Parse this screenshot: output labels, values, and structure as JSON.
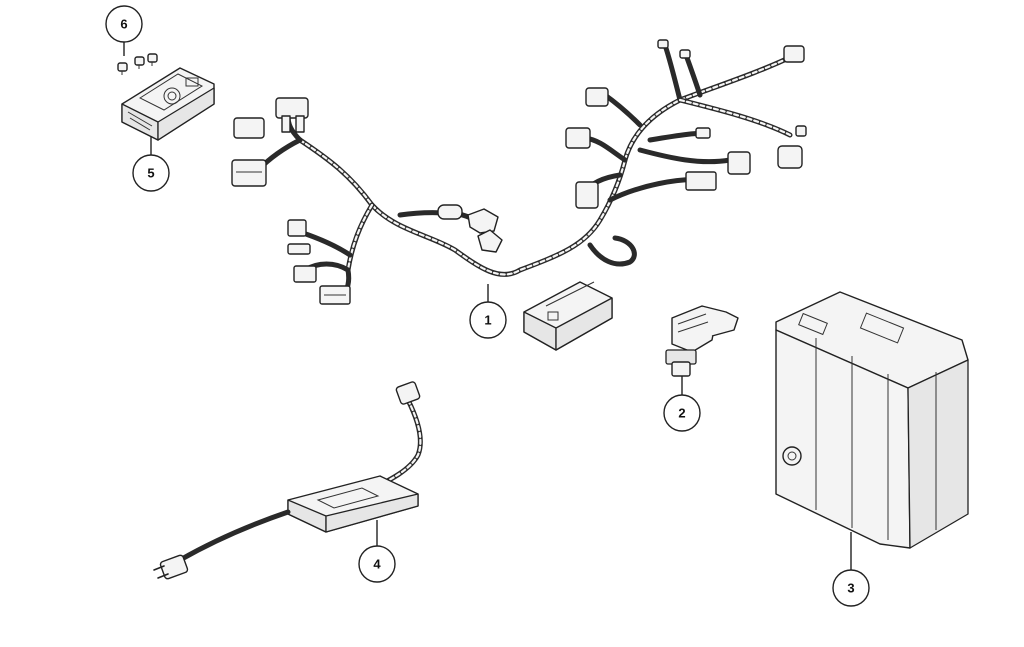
{
  "callouts": [
    {
      "id": "part-1",
      "label": "1"
    },
    {
      "id": "part-2",
      "label": "2"
    },
    {
      "id": "part-3",
      "label": "3"
    },
    {
      "id": "part-4",
      "label": "4"
    },
    {
      "id": "part-5",
      "label": "5"
    },
    {
      "id": "part-6",
      "label": "6"
    }
  ]
}
